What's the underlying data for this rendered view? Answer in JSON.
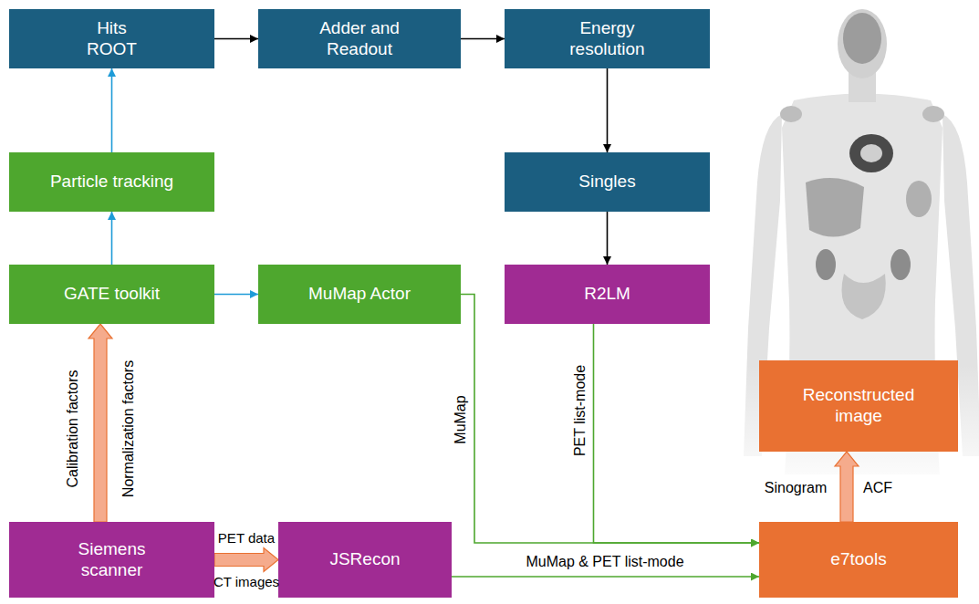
{
  "diagram": {
    "nodes": [
      {
        "text": [
          "Hits ROOT"
        ]
      },
      {
        "text": [
          "Adder and Readout"
        ]
      },
      {
        "text": [
          "Energy resolution"
        ]
      },
      {
        "text": [
          "Particle tracking"
        ]
      },
      {
        "text": [
          "Singles"
        ]
      },
      {
        "text": [
          "GATE toolkit"
        ]
      },
      {
        "text": [
          "MuMap Actor"
        ]
      },
      {
        "text": [
          "R2LM"
        ]
      },
      {
        "text": [
          "Reconstructed image"
        ]
      },
      {
        "text": [
          "Siemens scanner"
        ]
      },
      {
        "text": [
          "JSRecon"
        ]
      },
      {
        "text": [
          "e7tools"
        ]
      }
    ],
    "edges": [
      {
        "from": 0,
        "to": 1,
        "arrow": "to"
      },
      {
        "from": 1,
        "to": 2,
        "arrow": "to"
      },
      {
        "from": 2,
        "to": 4,
        "arrow": "to"
      },
      {
        "from": 3,
        "to": 0,
        "arrow": "to"
      },
      {
        "from": 4,
        "to": 7,
        "arrow": "to"
      },
      {
        "from": 5,
        "to": 3,
        "arrow": "to"
      },
      {
        "from": 5,
        "to": 6,
        "arrow": "to"
      },
      {
        "from": 6,
        "to": 11,
        "label": "MuMap",
        "arrow": "to"
      },
      {
        "from": 7,
        "to": 11,
        "label": "PET list-mode",
        "arrow": "to"
      },
      {
        "from": 9,
        "to": 5,
        "arrow": "to"
      },
      {
        "from": 9,
        "to": 10,
        "arrow": "to"
      },
      {
        "from": 10,
        "to": 11,
        "label": "MuMap & PET list-mode",
        "arrow": "to"
      },
      {
        "from": 11,
        "to": 8,
        "arrow": "to"
      }
    ],
    "labels": [
      "Calibration factors",
      "Normalization factors",
      "PET data",
      "CT images",
      "Sinogram",
      "ACF"
    ]
  }
}
